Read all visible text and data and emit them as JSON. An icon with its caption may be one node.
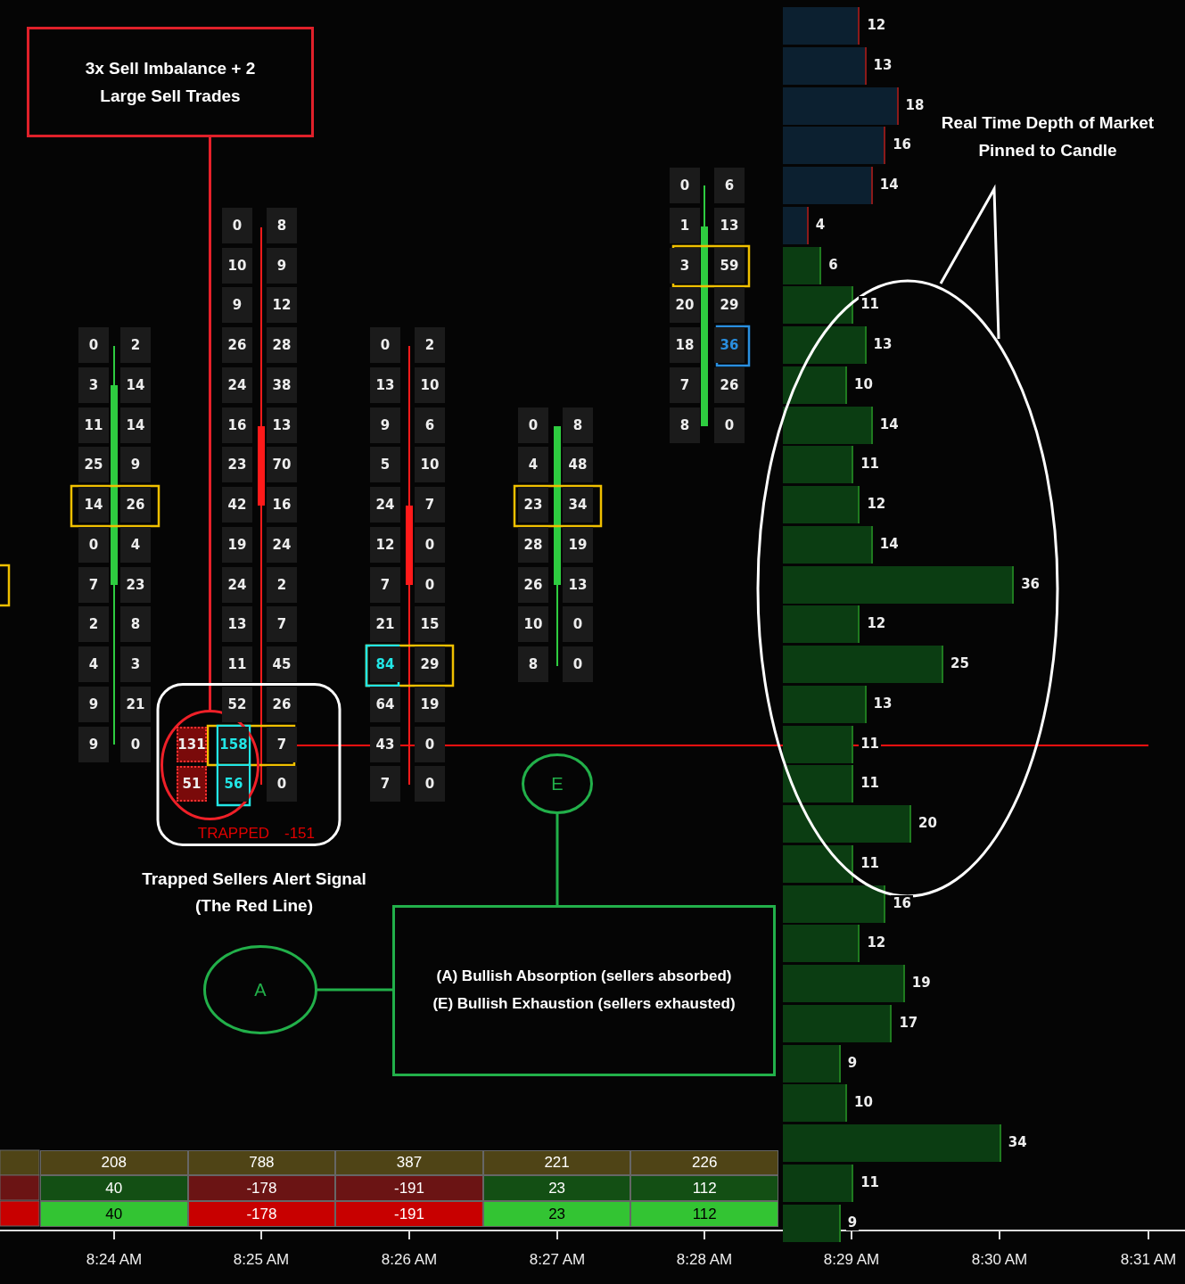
{
  "diagram": {
    "nodes": [
      {
        "text": [
          "3x Sell Imbalance + 2 Large Sell Trades"
        ]
      },
      {
        "text": [
          "Trapped Sellers Alert Signal (The Red Line)"
        ]
      },
      {
        "text": [],
        "shape": "circle",
        "in": 1
      },
      {
        "text": [
          "Real Time Depth of Market Pinned to Candle"
        ]
      },
      {
        "text": [
          "E"
        ]
      },
      {
        "text": [
          "A"
        ]
      },
      {
        "text": [
          "(A) Bullish Absorption (sellers absorbed)",
          "(E) Bullish Exhaustion (sellers exhausted)"
        ]
      }
    ],
    "edges": [
      {
        "from": 0,
        "to": 2,
        "arrow": "none",
        "color": "#e8202a"
      },
      {
        "from": 4,
        "to": 6,
        "arrow": "none"
      },
      {
        "from": 5,
        "to": 6,
        "arrow": "none"
      }
    ],
    "labels": [
      "0",
      "2",
      "3",
      "14",
      "11",
      "14",
      "25",
      "9",
      "14",
      "26",
      "0",
      "4",
      "7",
      "23",
      "2",
      "8",
      "4",
      "3",
      "9",
      "21",
      "9",
      "0",
      "0",
      "8",
      "10",
      "9",
      "9",
      "12",
      "26",
      "28",
      "24",
      "38",
      "16",
      "13",
      "23",
      "70",
      "42",
      "16",
      "19",
      "24",
      "24",
      "2",
      "13",
      "7",
      "11",
      "45",
      "52",
      "26",
      "131",
      "158",
      "7",
      "51",
      "56",
      "0",
      "TRAPPED",
      "-151",
      "0",
      "2",
      "13",
      "10",
      "9",
      "6",
      "5",
      "10",
      "24",
      "7",
      "12",
      "0",
      "7",
      "0",
      "21",
      "15",
      "84",
      "29",
      "64",
      "19",
      "43",
      "0",
      "7",
      "0",
      "0",
      "8",
      "4",
      "48",
      "23",
      "34",
      "28",
      "19",
      "26",
      "13",
      "10",
      "0",
      "8",
      "0",
      "0",
      "6",
      "1",
      "13",
      "3",
      "59",
      "20",
      "29",
      "18",
      "36",
      "7",
      "26",
      "8",
      "0",
      "12",
      "13",
      "18",
      "16",
      "14",
      "4",
      "6",
      "11",
      "13",
      "10",
      "14",
      "11",
      "12",
      "14",
      "36",
      "12",
      "25",
      "13",
      "11",
      "11",
      "20",
      "11",
      "16",
      "12",
      "19",
      "17",
      "9",
      "10",
      "34",
      "11",
      "9",
      "208",
      "788",
      "387",
      "221",
      "226",
      "40",
      "-178",
      "-191",
      "23",
      "112",
      "40",
      "-178",
      "-191",
      "23",
      "112",
      "8:24 AM",
      "8:25 AM",
      "8:26 AM",
      "8:27 AM",
      "8:28 AM",
      "8:29 AM",
      "8:30 AM",
      "8:31 AM"
    ]
  }
}
